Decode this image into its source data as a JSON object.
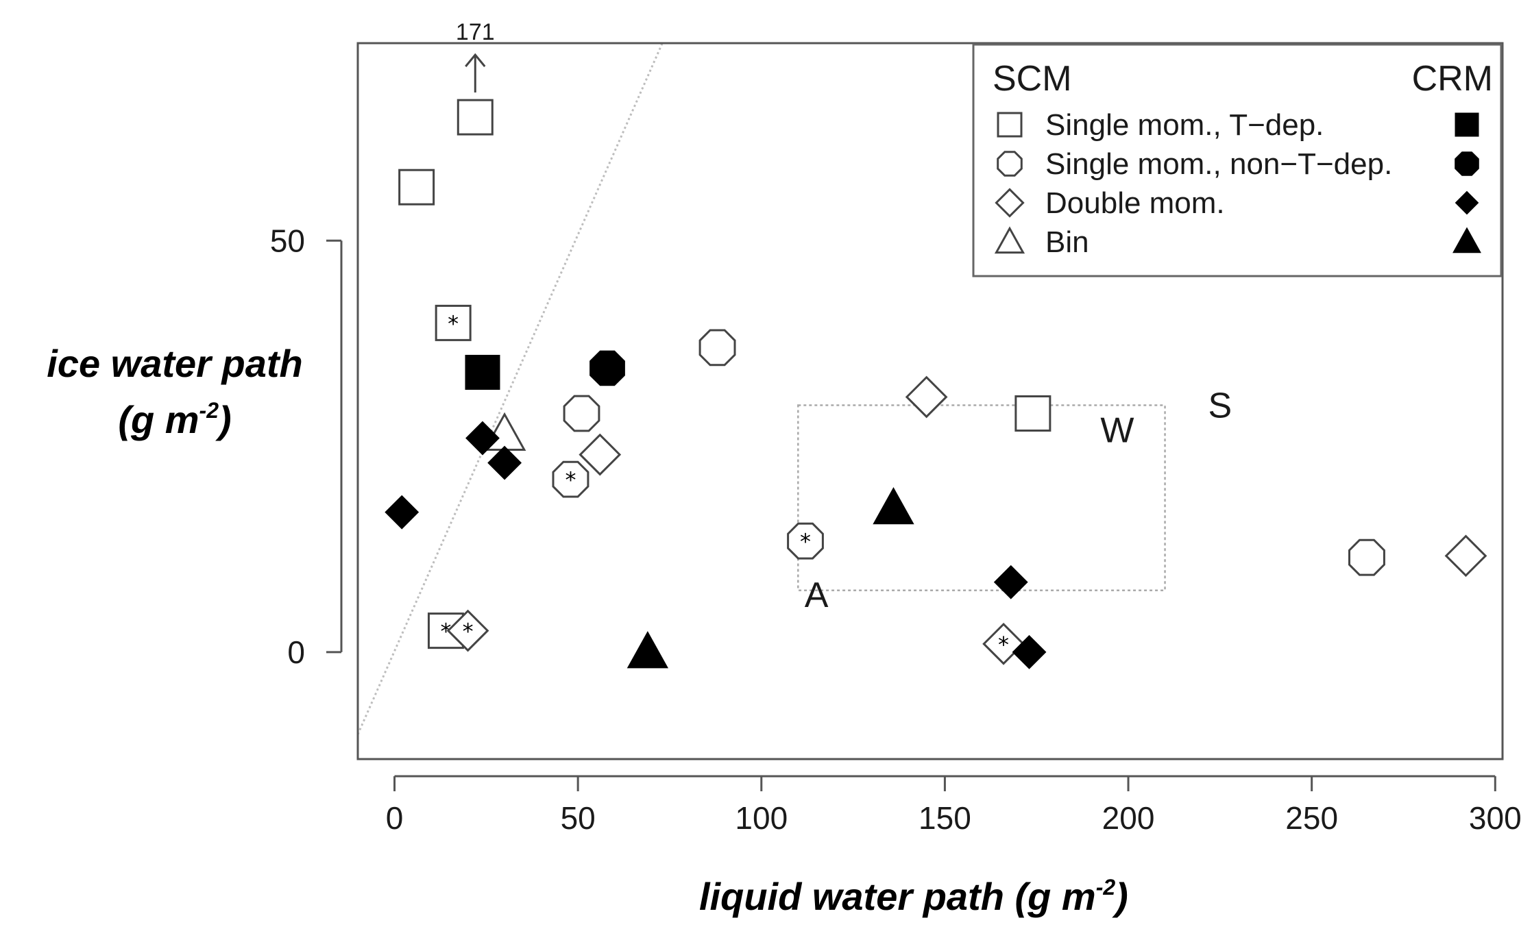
{
  "chart_data": {
    "type": "scatter",
    "xlabel": "liquid water path (g m",
    "xlabel_sup": "-2",
    "xlabel_end": ")",
    "ylabel_line1": "ice water path",
    "ylabel_line2": "(g m",
    "ylabel_sup": "-2",
    "ylabel_end": ")",
    "xlim": [
      -10,
      302
    ],
    "ylim": [
      -13,
      74
    ],
    "x_ticks": [
      0,
      50,
      100,
      150,
      200,
      250,
      300
    ],
    "y_ticks": [
      0,
      50
    ],
    "grid": false,
    "legend_position": "top-right",
    "legend": {
      "left_header": "SCM",
      "right_header": "CRM",
      "entries": [
        {
          "label": "Single mom., T−dep.",
          "marker": "square"
        },
        {
          "label": "Single mom., non−T−dep.",
          "marker": "octagon"
        },
        {
          "label": "Double mom.",
          "marker": "diamond"
        },
        {
          "label": "Bin",
          "marker": "triangle"
        }
      ]
    },
    "reference_line": {
      "from": [
        -10,
        -10
      ],
      "to": [
        73,
        74
      ]
    },
    "region_box": {
      "x": [
        110,
        210
      ],
      "y": [
        7.5,
        30
      ]
    },
    "region_labels": [
      {
        "text": "A",
        "x": 115,
        "y": 7
      },
      {
        "text": "W",
        "x": 197,
        "y": 27
      },
      {
        "text": "S",
        "x": 225,
        "y": 30
      }
    ],
    "annotation": {
      "text": "171",
      "x": 22,
      "y": 73
    },
    "series": [
      {
        "name": "SCM Single mom., T−dep.",
        "marker": "square",
        "filled": false,
        "points": [
          [
            22,
            65
          ],
          [
            6,
            56.5
          ],
          [
            174,
            29
          ],
          [
            16,
            40,
            "star"
          ],
          [
            14,
            2.6,
            "star"
          ]
        ]
      },
      {
        "name": "SCM Single mom., non−T−dep.",
        "marker": "octagon",
        "filled": false,
        "points": [
          [
            88,
            37
          ],
          [
            51,
            29
          ],
          [
            265,
            11.5
          ],
          [
            48,
            21,
            "star"
          ],
          [
            112,
            13.5,
            "star"
          ]
        ]
      },
      {
        "name": "SCM Double mom.",
        "marker": "diamond",
        "filled": false,
        "points": [
          [
            145,
            31
          ],
          [
            56,
            24
          ],
          [
            292,
            11.7
          ],
          [
            20,
            2.6,
            "star"
          ],
          [
            166,
            1,
            "star"
          ]
        ]
      },
      {
        "name": "SCM Bin",
        "marker": "triangle",
        "filled": false,
        "points": [
          [
            30,
            26.5
          ]
        ]
      },
      {
        "name": "CRM Single mom., T−dep.",
        "marker": "square",
        "filled": true,
        "points": [
          [
            24,
            34
          ]
        ]
      },
      {
        "name": "CRM Single mom., non−T−dep.",
        "marker": "octagon",
        "filled": true,
        "points": [
          [
            58,
            34.5
          ]
        ]
      },
      {
        "name": "CRM Double mom.",
        "marker": "diamond",
        "filled": true,
        "points": [
          [
            2,
            17
          ],
          [
            24,
            26
          ],
          [
            30,
            23
          ],
          [
            168,
            8.5
          ],
          [
            173,
            0
          ]
        ]
      },
      {
        "name": "CRM Bin",
        "marker": "triangle",
        "filled": true,
        "points": [
          [
            136,
            17.5
          ],
          [
            69,
            0
          ]
        ]
      }
    ]
  }
}
